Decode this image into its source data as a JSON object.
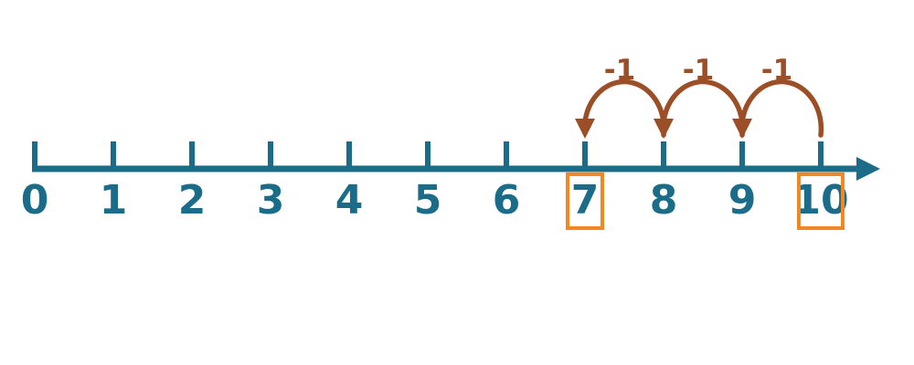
{
  "diagram": {
    "description": "number-line-subtraction-jumps",
    "number_line": {
      "min": 0,
      "max": 10,
      "labels": [
        "0",
        "1",
        "2",
        "3",
        "4",
        "5",
        "6",
        "7",
        "8",
        "9",
        "10"
      ],
      "boxed_values": [
        "7",
        "10"
      ]
    },
    "jumps": [
      {
        "from": 10,
        "to": 9,
        "label": "-1"
      },
      {
        "from": 9,
        "to": 8,
        "label": "-1"
      },
      {
        "from": 8,
        "to": 7,
        "label": "-1"
      }
    ],
    "colors": {
      "line": "#1a6c88",
      "jump": "#9c4f26",
      "box": "#f6871f"
    }
  }
}
